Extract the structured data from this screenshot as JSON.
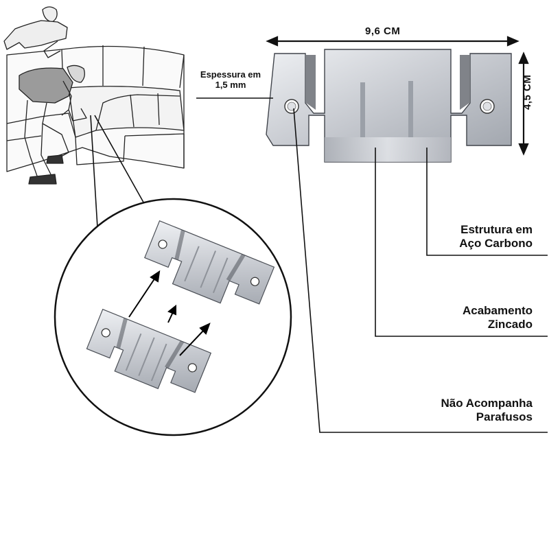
{
  "dimensions": {
    "width": "9,6 CM",
    "height": "4,5 CM",
    "thickness_line1": "Espessura em",
    "thickness_line2": "1,5 mm"
  },
  "callouts": {
    "material_line1": "Estrutura em",
    "material_line2": "Aço Carbono",
    "finish_line1": "Acabamento",
    "finish_line2": "Zincado",
    "screws_line1": "Não Acompanha",
    "screws_line2": "Parafusos"
  },
  "colors": {
    "metal_light": "#d9dbe0",
    "metal_mid": "#b7bac1",
    "metal_dark": "#6e737c",
    "line": "#111111"
  }
}
